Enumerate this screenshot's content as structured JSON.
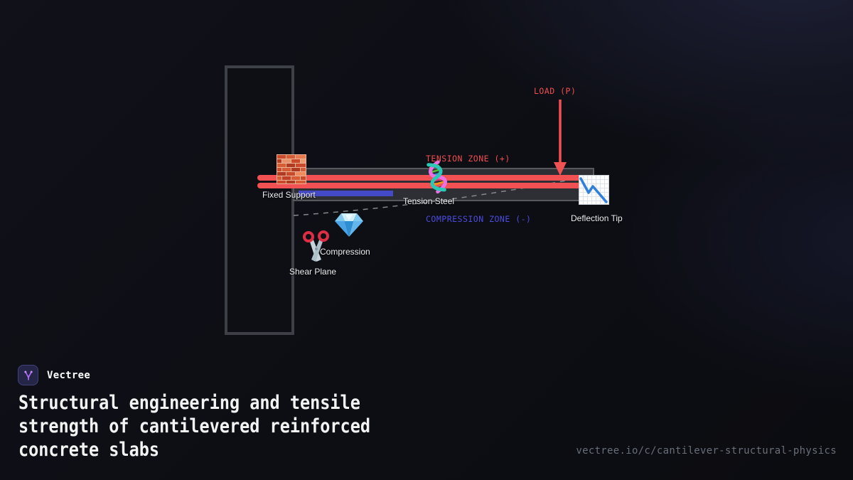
{
  "brand": {
    "name": "Vectree"
  },
  "title_lines": [
    "Structural engineering and tensile",
    "strength of cantilevered reinforced",
    "concrete slabs"
  ],
  "footer_url": "vectree.io/c/cantilever-structural-physics",
  "diagram": {
    "load_label": "LOAD (P)",
    "tension_zone_label": "TENSION ZONE (+)",
    "compression_zone_label": "COMPRESSION ZONE (-)",
    "fixed_support_label": "Fixed Support",
    "tension_steel_label": "Tension Steel",
    "compression_label": "Compression",
    "shear_plane_label": "Shear Plane",
    "deflection_tip_label": "Deflection Tip",
    "icons": [
      "brick-wall-icon",
      "dna-helix-icon",
      "diamond-icon",
      "scissors-icon",
      "chart-decreasing-icon",
      "vectree-logo-icon"
    ],
    "colors": {
      "tension_red": "#ef4d4f",
      "compression_blue": "#4c4ce0",
      "rebar_red": "#f15153",
      "support_bar_blue": "#4449c6",
      "beam_fill": "#2d2f34",
      "beam_border": "#57595e",
      "column_border": "#3d4046",
      "accent_purple": "#b06ef5"
    }
  }
}
